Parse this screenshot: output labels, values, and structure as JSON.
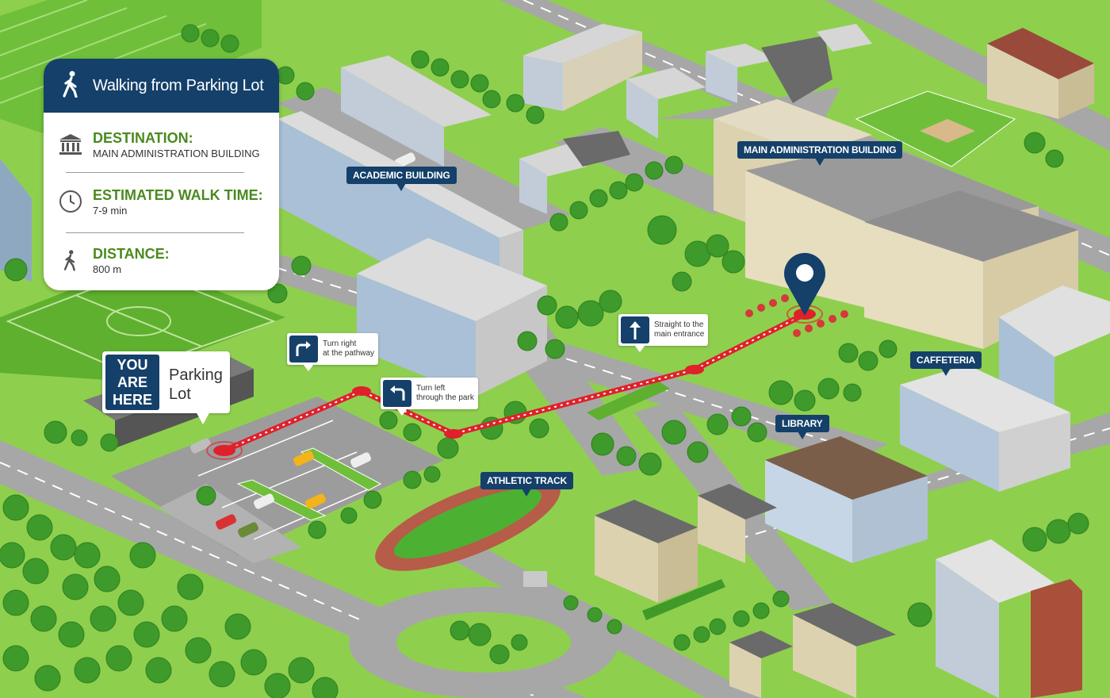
{
  "info_panel": {
    "title": "Walking from Parking Lot",
    "destination_heading": "DESTINATION:",
    "destination_value": "MAIN ADMINISTRATION BUILDING",
    "walk_time_heading": "ESTIMATED WALK TIME:",
    "walk_time_value": "7-9 min",
    "distance_heading": "DISTANCE:",
    "distance_value": "800 m",
    "icons": [
      "walking-person-icon",
      "building-columns-icon",
      "clock-icon",
      "walking-person-icon"
    ]
  },
  "you_are_here": {
    "line1": "YOU",
    "line2": "ARE",
    "line3": "HERE",
    "place": "Parking Lot",
    "place_line1": "Parking",
    "place_line2": "Lot"
  },
  "directions": [
    {
      "line1": "Turn right",
      "line2": "at the pathway",
      "icon": "turn-right-arrow-icon"
    },
    {
      "line1": "Turn left",
      "line2": "through the park",
      "icon": "turn-left-arrow-icon"
    },
    {
      "line1": "Straight to the",
      "line2": "main entrance",
      "icon": "straight-arrow-icon"
    }
  ],
  "place_labels": {
    "academic": "ACADEMIC BUILDING",
    "admin": "MAIN ADMINISTRATION BUILDING",
    "cafeteria": "CAFFETERIA",
    "library": "LIBRARY",
    "track": "ATHLETIC TRACK"
  },
  "colors": {
    "navy": "#14406a",
    "grass": "#8fcf4e",
    "road": "#9a9a9a",
    "route": "#e0202a",
    "heading_green": "#4a8a1e"
  }
}
